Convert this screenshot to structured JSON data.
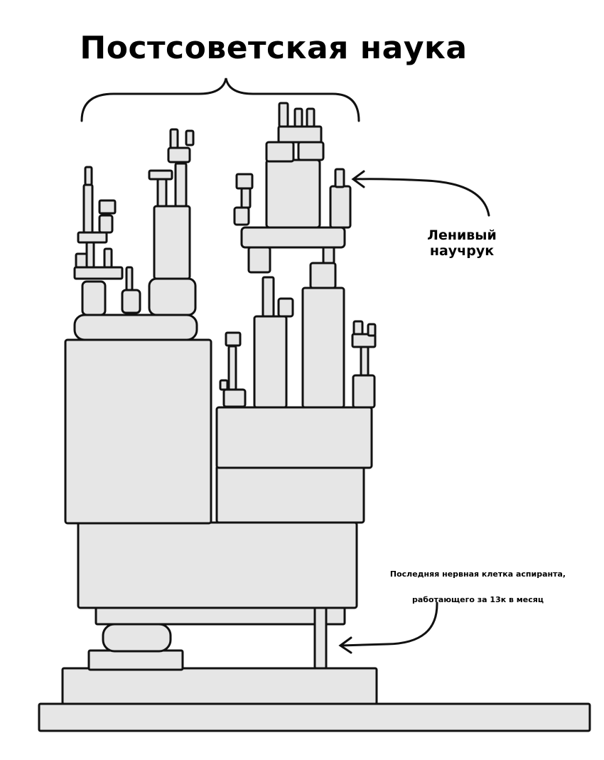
{
  "title": "Постсоветская наука",
  "annotations": {
    "lazy_advisor": {
      "line1": "Ленивый",
      "line2": "научрук"
    },
    "last_nerve": {
      "line1": "Последняя нервная клетка аспиранта,",
      "line2": "работающего за 13к в месяц"
    }
  }
}
